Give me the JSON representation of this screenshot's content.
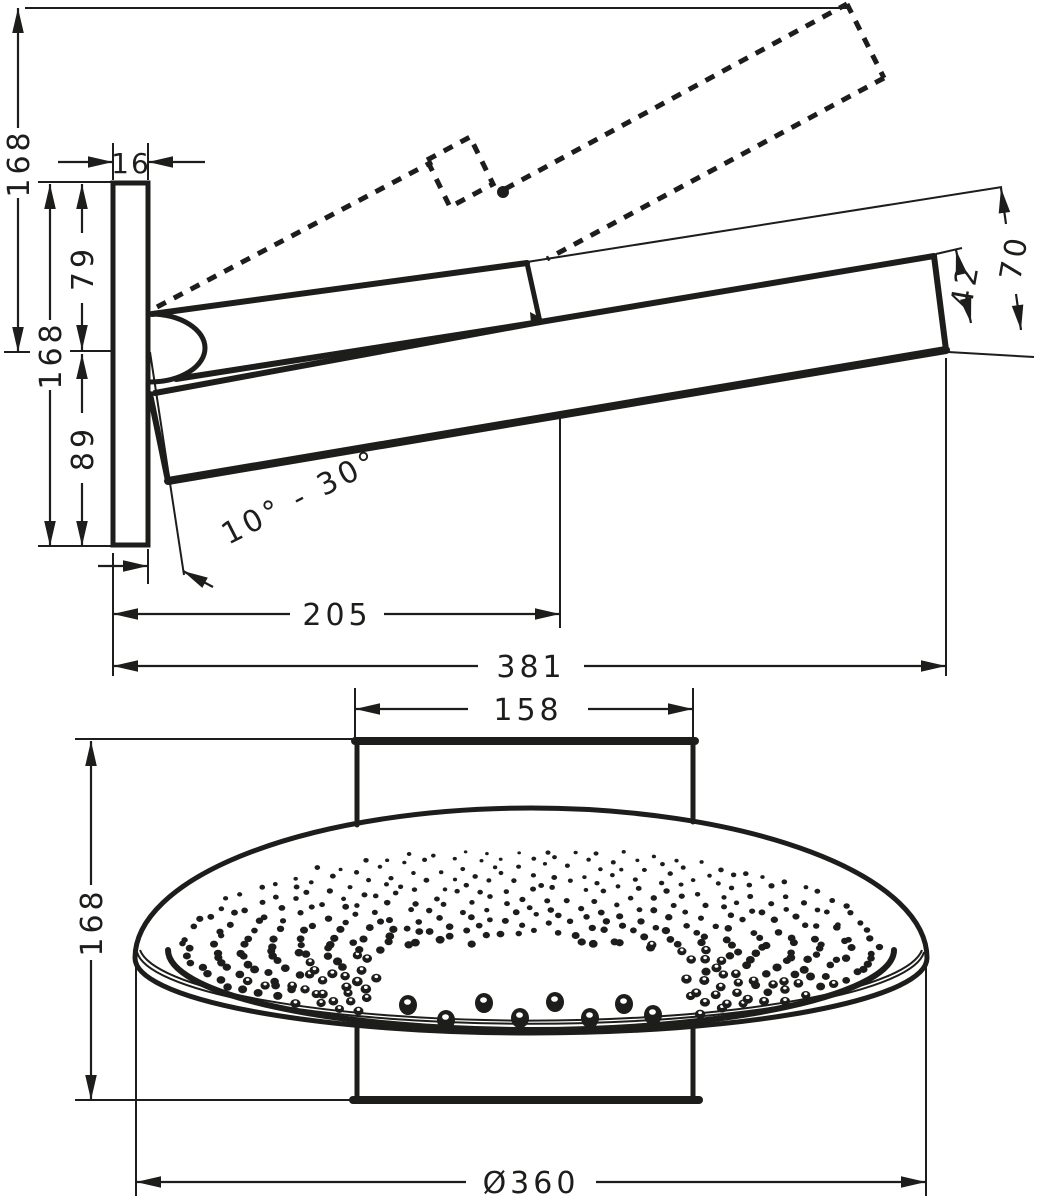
{
  "drawing": {
    "side_view": {
      "overall_height": "168",
      "plate_depth": "16",
      "pivot_to_plate_top": "79",
      "plate_height": "168",
      "pivot_to_plate_bottom": "89",
      "tilt_angle_range": "10° - 30°",
      "wall_to_head_center": "205",
      "wall_to_head_end": "381",
      "head_edge_thickness": "42",
      "head_end_height": "70"
    },
    "bottom_view": {
      "bracket_width": "158",
      "bracket_height": "168",
      "head_diameter": "Ø360"
    },
    "colors": {
      "line": "#1d1d1b",
      "background": "#ffffff"
    }
  }
}
